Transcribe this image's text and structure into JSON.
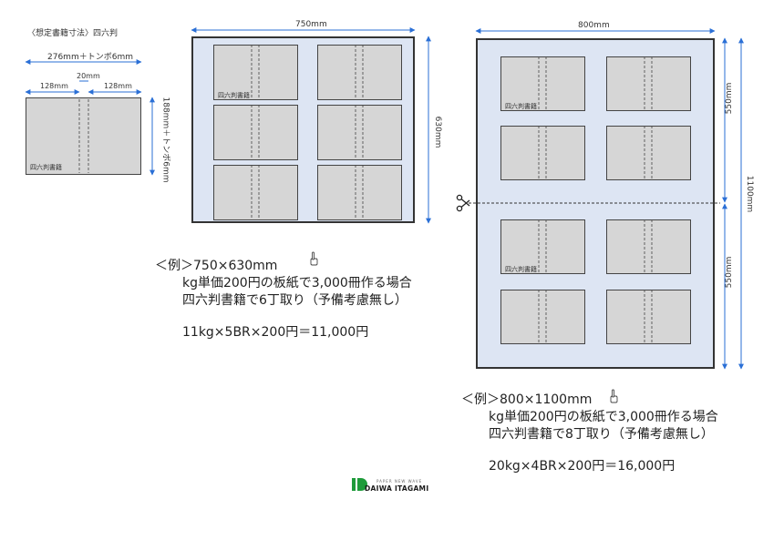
{
  "spec": {
    "title": "〈想定書籍寸法〉四六判",
    "total_width_label": "276mm＋トンボ6mm",
    "gap_label": "20mm",
    "page_width_label": "128mm",
    "height_label": "188mm＋トンボ6mm",
    "book_label": "四六判書籍"
  },
  "sheet_750": {
    "width_label": "750mm",
    "height_label": "630mm",
    "book_label": "四六判書籍"
  },
  "sheet_800": {
    "width_label": "800mm",
    "height_label": "1100mm",
    "half_label": "550mm",
    "book_label": "四六判書籍",
    "cut_icon": "scissors-icon"
  },
  "example1": {
    "line1": "＜例＞750×630mm",
    "line2": "kg単価200円の板紙で3,000冊作る場合",
    "line3": "四六判書籍で6丁取り（予備考慮無し）",
    "calc": "11kg×5BR×200円＝11,000円"
  },
  "example2": {
    "line1": "＜例＞800×1100mm",
    "line2": "kg単価200円の板紙で3,000冊作る場合",
    "line3": "四六判書籍で8丁取り（予備考慮無し）",
    "calc": "20kg×4BR×200円＝16,000円"
  },
  "logo": {
    "tagline": "PAPER NEW WAVE",
    "brand": "DAIWA ITAGAMI"
  },
  "colors": {
    "sheet_fill": "#dde5f3",
    "book_fill": "#d6d6d6",
    "dim_blue": "#2a6fd6",
    "logo_green": "#1e9b3a"
  }
}
